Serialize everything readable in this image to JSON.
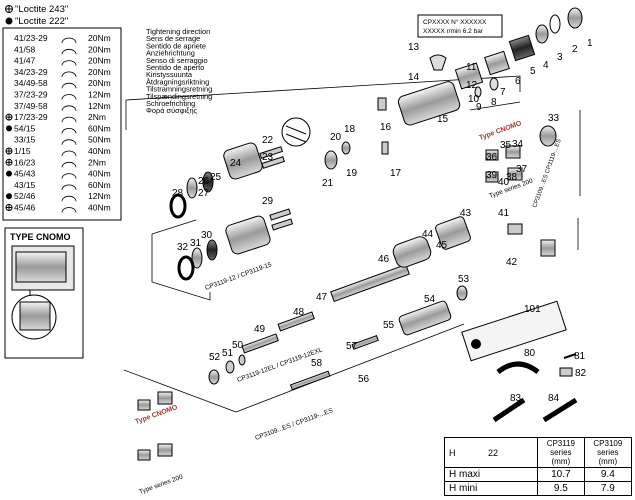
{
  "loctite": {
    "line1": "\"Loctite 243\"",
    "line2": "\"Loctite 222\""
  },
  "torque_table": [
    {
      "sym": "",
      "part": "41/23-29",
      "value": "20Nm"
    },
    {
      "sym": "",
      "part": "41/58",
      "value": "20Nm"
    },
    {
      "sym": "",
      "part": "41/47",
      "value": "20Nm"
    },
    {
      "sym": "",
      "part": "34/23-29",
      "value": "20Nm"
    },
    {
      "sym": "",
      "part": "34/49-58",
      "value": "20Nm"
    },
    {
      "sym": "",
      "part": "37/23-29",
      "value": "12Nm"
    },
    {
      "sym": "",
      "part": "37/49-58",
      "value": "12Nm"
    },
    {
      "sym": "oplus",
      "part": "17/23-29",
      "value": "2Nm"
    },
    {
      "sym": "dot",
      "part": "54/15",
      "value": "60Nm"
    },
    {
      "sym": "",
      "part": "33/15",
      "value": "50Nm"
    },
    {
      "sym": "oplus",
      "part": "1/15",
      "value": "40Nm"
    },
    {
      "sym": "oplus",
      "part": "16/23",
      "value": "2Nm"
    },
    {
      "sym": "dot",
      "part": "45/43",
      "value": "40Nm"
    },
    {
      "sym": "",
      "part": "43/15",
      "value": "60Nm"
    },
    {
      "sym": "dot",
      "part": "52/46",
      "value": "12Nm"
    },
    {
      "sym": "oplus",
      "part": "45/46",
      "value": "40Nm"
    }
  ],
  "tightening_direction": [
    "Tightening direction",
    "Sens de serrage",
    "Sentido de apriete",
    "Anziehrichtung",
    "Senso di serraggio",
    "Sentido de aperto",
    "Kiristyssuunta",
    "Åtdragningsriktning",
    "Tilstramningsretning",
    "Tilspændingsretning",
    "Schroefrichting",
    "Φορά σύσφιξης"
  ],
  "cnomo_label": "TYPE CNOMO",
  "nameplate": {
    "line1": "CPXXXX  N° XXXXXX",
    "line2": "XXXXX r/min  6.2 bar"
  },
  "series_labels": {
    "cp3119_12_15": "CP3119-12 / CP3119-15",
    "cp3119_12el_exl": "CP3119-12EL / CP3119-12EXL",
    "cp3109_es": "CP3109...ES / CP3119-...ES",
    "cp3109_es_right": "CP3109...ES\nCP3119-...ES",
    "type_cnomo": "Type CNOMO",
    "type_series_200": "Type series 200"
  },
  "part_numbers": [
    "1",
    "2",
    "3",
    "4",
    "5",
    "6",
    "7",
    "8",
    "9",
    "10",
    "11",
    "12",
    "13",
    "14",
    "15",
    "16",
    "17",
    "18",
    "19",
    "20",
    "21",
    "22",
    "23",
    "24",
    "25",
    "26",
    "27",
    "28",
    "29",
    "30",
    "31",
    "32",
    "33",
    "34",
    "35",
    "36",
    "37",
    "38",
    "39",
    "40",
    "41",
    "42",
    "43",
    "44",
    "45",
    "46",
    "47",
    "48",
    "49",
    "50",
    "51",
    "52",
    "53",
    "54",
    "55",
    "56",
    "57",
    "58",
    "80",
    "81",
    "82",
    "83",
    "84",
    "101"
  ],
  "dimension_table": {
    "header_h": "H",
    "ref": "22",
    "col1": "CP3119 series (mm)",
    "col2": "CP3109 series (mm)",
    "rows": [
      {
        "label": "H maxi",
        "v1": "10.7",
        "v2": "9.4"
      },
      {
        "label": "H mini",
        "v1": "9.5",
        "v2": "7.9"
      }
    ]
  }
}
